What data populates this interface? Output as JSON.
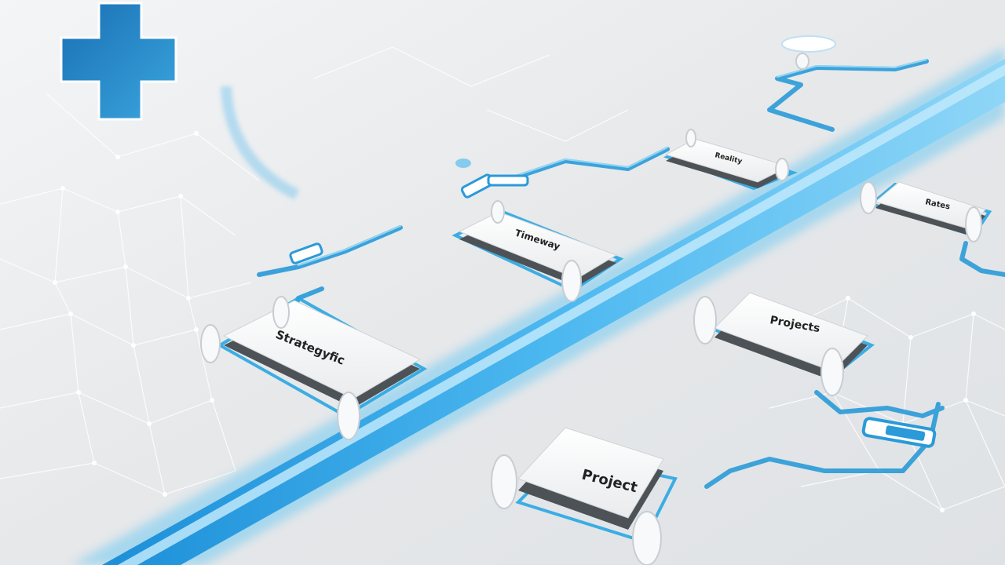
{
  "colors": {
    "background": "#eef0f2",
    "accent": "#1e90d8",
    "accent_light": "#5ec7f2",
    "cross": "#1f7fc4",
    "card": "#f7f8f9",
    "card_shadow": "#4d5257"
  },
  "icons": [
    "medical-cross-icon",
    "network-mesh",
    "connector-node-icon"
  ],
  "cards": [
    {
      "label": "Project"
    },
    {
      "label": "Projects"
    },
    {
      "label": "Strategyfic"
    },
    {
      "label": "Timeway"
    },
    {
      "label": "Reality"
    },
    {
      "label": "Rates"
    }
  ]
}
